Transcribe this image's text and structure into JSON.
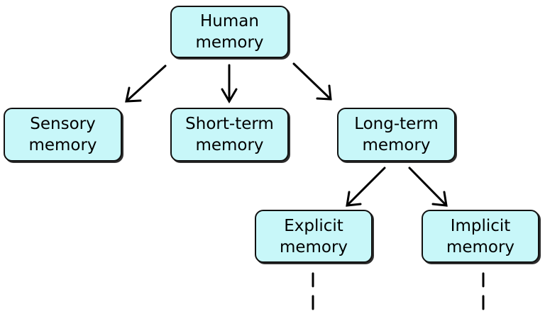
{
  "nodes": {
    "human": {
      "line1": "Human",
      "line2": "memory"
    },
    "sensory": {
      "line1": "Sensory",
      "line2": "memory"
    },
    "short_term": {
      "line1": "Short-term",
      "line2": "memory"
    },
    "long_term": {
      "line1": "Long-term",
      "line2": "memory"
    },
    "explicit": {
      "line1": "Explicit",
      "line2": "memory"
    },
    "implicit": {
      "line1": "Implicit",
      "line2": "memory"
    }
  },
  "colors": {
    "node_fill": "#c8f7f9",
    "node_border": "#111111",
    "connector": "#000000"
  }
}
